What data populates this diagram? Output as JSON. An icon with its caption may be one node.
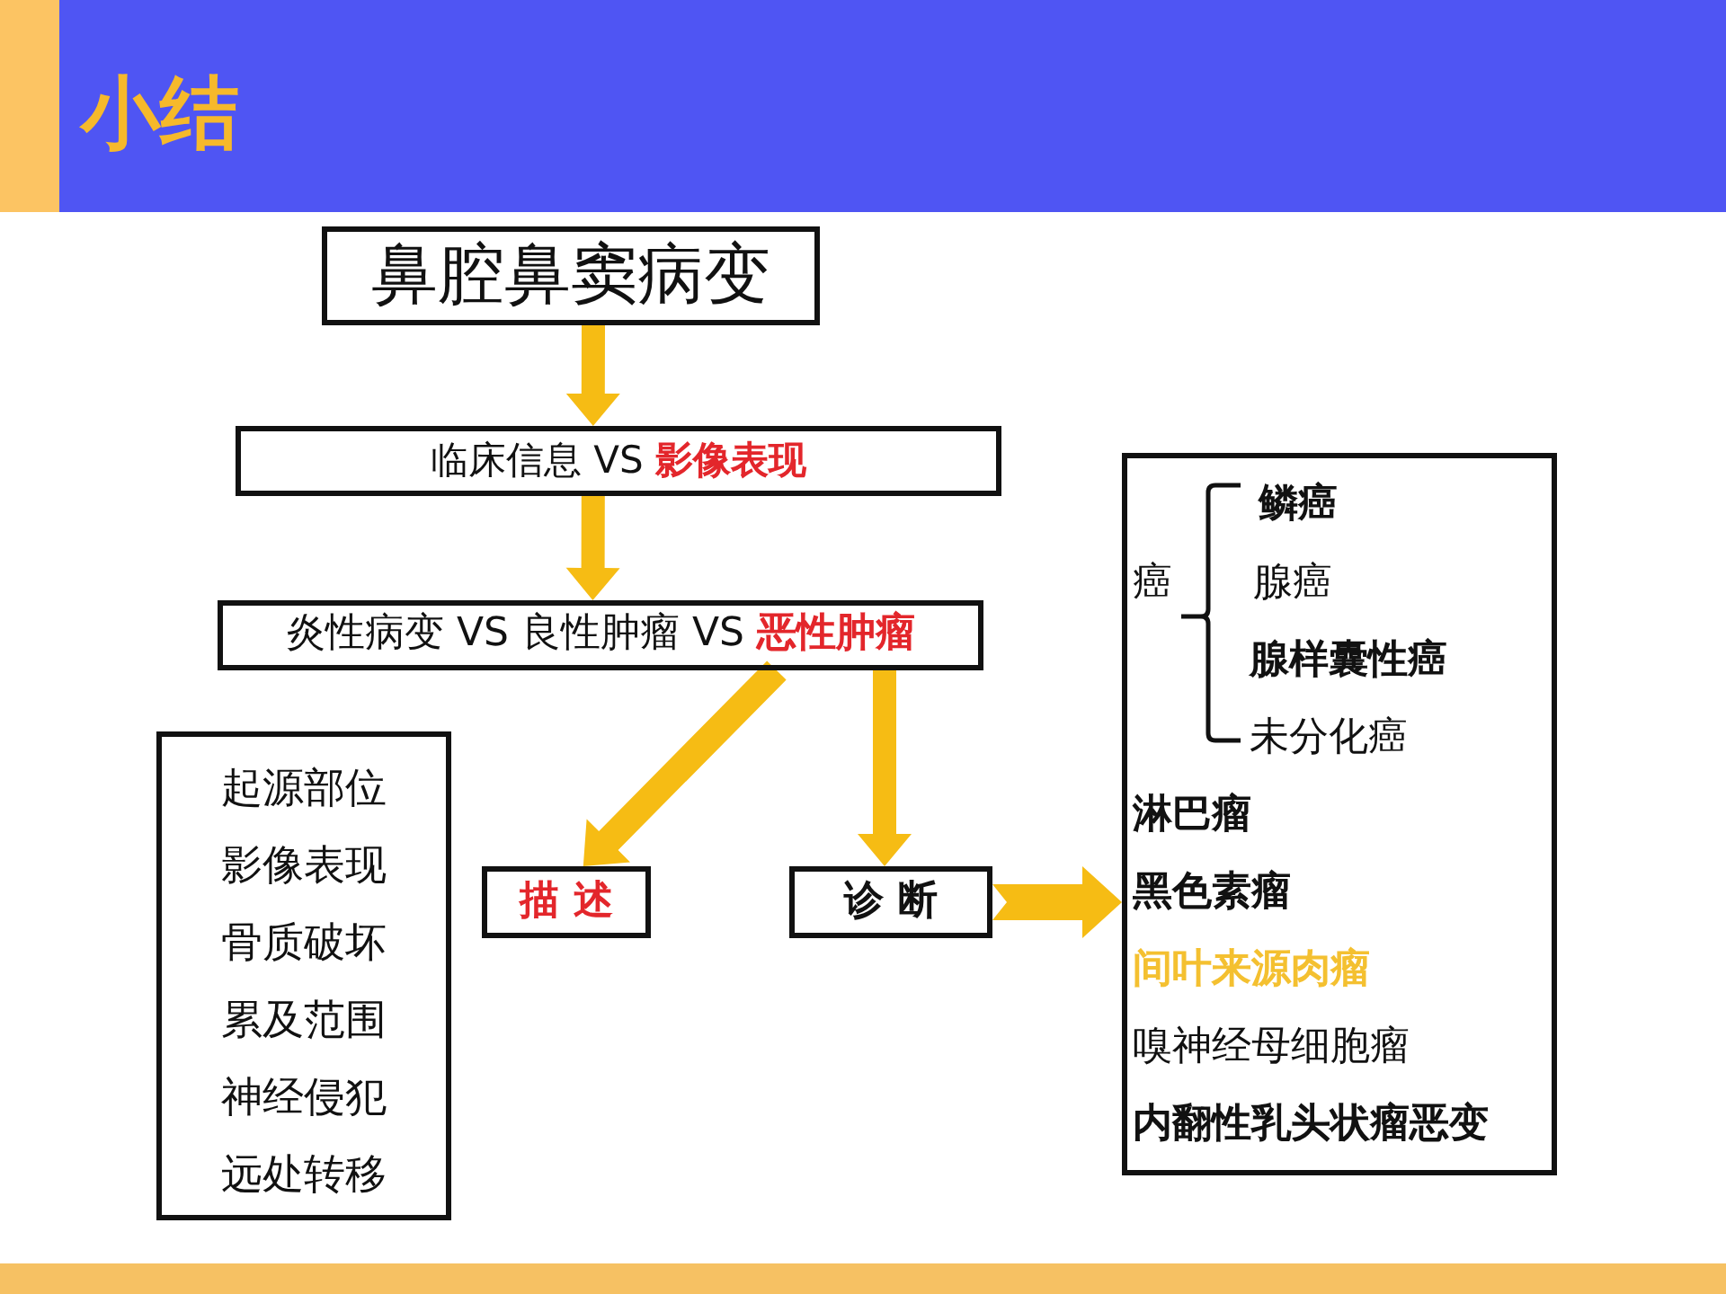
{
  "diagram": {
    "title": "小结",
    "nodes": [
      {
        "text": [
          "鼻腔鼻窦病变"
        ]
      },
      {
        "text": [
          "临床信息 VS **影像表现**"
        ]
      },
      {
        "text": [
          "炎性病变 VS 良性肿瘤 VS **恶性肿瘤**"
        ]
      },
      {
        "text": [
          "描述"
        ]
      },
      {
        "text": [
          "诊断"
        ]
      },
      {
        "text": [
          "起源部位",
          "影像表现",
          "骨质破坏",
          "累及范围",
          "神经侵犯",
          "远处转移"
        ]
      },
      {
        "text": [
          "癌",
          "鳞癌",
          "腺癌",
          "腺样囊性癌",
          "未分化癌",
          "淋巴瘤",
          "黑色素瘤",
          "间叶来源肉瘤",
          "嗅神经母细胞瘤",
          "内翻性乳头状瘤恶变"
        ]
      }
    ],
    "edges": [
      {
        "from": 0,
        "to": 1,
        "arrow": "to"
      },
      {
        "from": 1,
        "to": 2,
        "arrow": "to"
      },
      {
        "from": 2,
        "to": 3,
        "arrow": "to"
      },
      {
        "from": 2,
        "to": 4,
        "arrow": "to"
      },
      {
        "from": 4,
        "to": 6,
        "arrow": "to"
      }
    ]
  }
}
